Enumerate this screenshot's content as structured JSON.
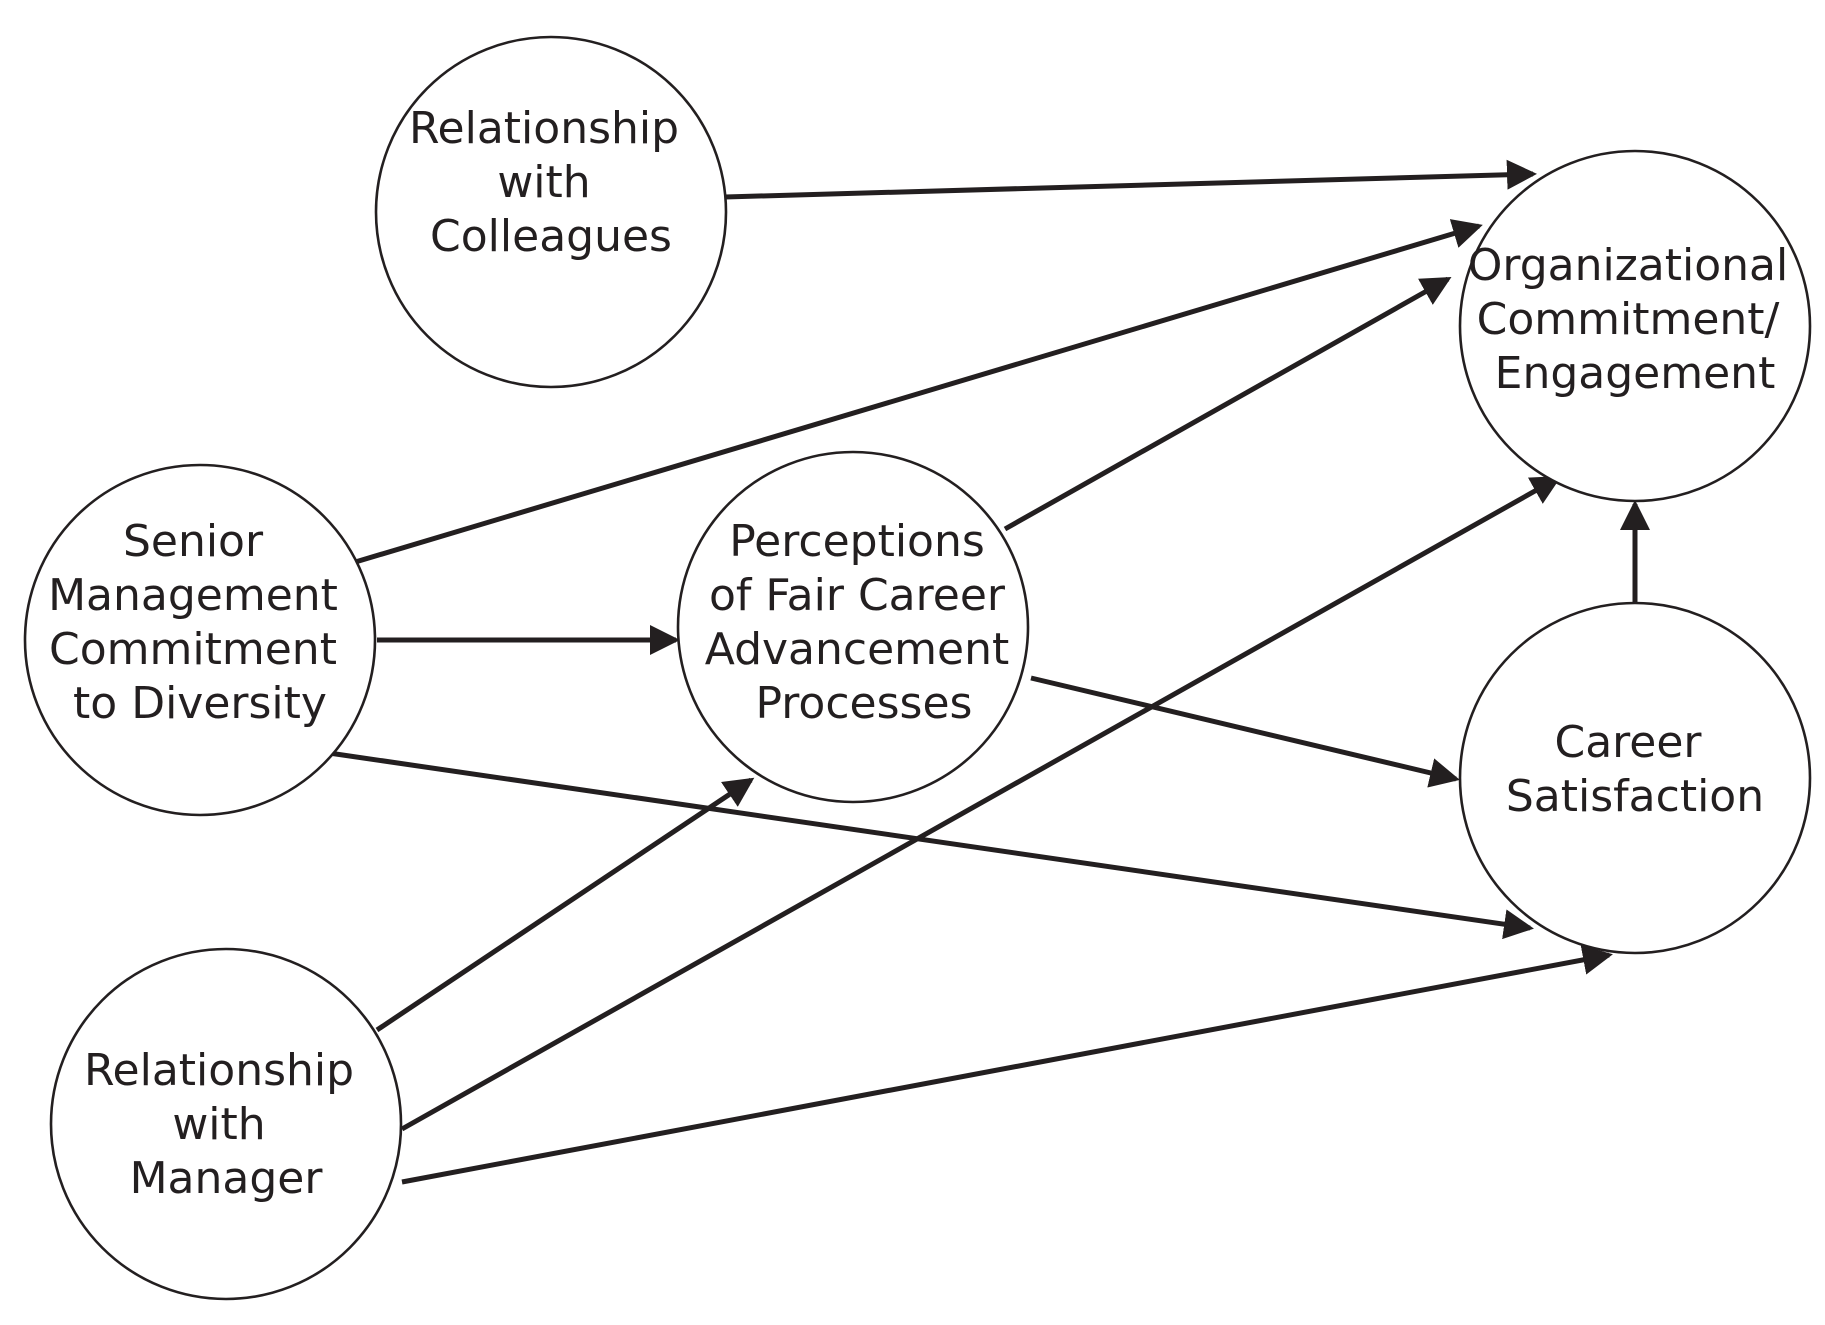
{
  "nodes": {
    "relationship_with_colleagues": {
      "lines": [
        "Relationship",
        "with",
        "Colleagues"
      ]
    },
    "senior_management_commitment": {
      "lines": [
        "Senior",
        "Management",
        "Commitment",
        "to Diversity"
      ]
    },
    "perceptions_fair_career": {
      "lines": [
        "Perceptions",
        "of Fair Career",
        "Advancement",
        "Processes"
      ]
    },
    "relationship_with_manager": {
      "lines": [
        "Relationship",
        "with",
        "Manager"
      ]
    },
    "organizational_commitment": {
      "lines": [
        "Organizational",
        "Commitment/",
        "Engagement"
      ]
    },
    "career_satisfaction": {
      "lines": [
        "Career",
        "Satisfaction"
      ]
    }
  },
  "edges": [
    {
      "from": "relationship_with_colleagues",
      "to": "organizational_commitment"
    },
    {
      "from": "senior_management_commitment",
      "to": "organizational_commitment"
    },
    {
      "from": "senior_management_commitment",
      "to": "perceptions_fair_career"
    },
    {
      "from": "senior_management_commitment",
      "to": "career_satisfaction"
    },
    {
      "from": "perceptions_fair_career",
      "to": "organizational_commitment"
    },
    {
      "from": "perceptions_fair_career",
      "to": "career_satisfaction"
    },
    {
      "from": "relationship_with_manager",
      "to": "perceptions_fair_career"
    },
    {
      "from": "relationship_with_manager",
      "to": "organizational_commitment"
    },
    {
      "from": "relationship_with_manager",
      "to": "career_satisfaction"
    },
    {
      "from": "career_satisfaction",
      "to": "organizational_commitment"
    }
  ]
}
